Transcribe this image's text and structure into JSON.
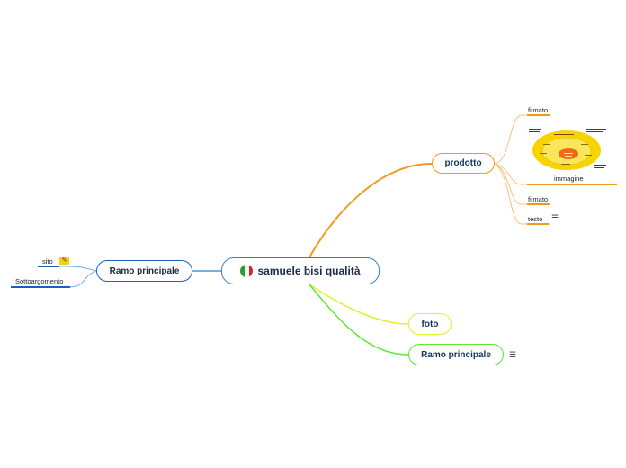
{
  "central": {
    "label": "samuele bisi qualità",
    "icon": "italy-flag-icon"
  },
  "left_branch": {
    "label": "Ramo principale",
    "children": [
      {
        "label": "sito",
        "icon": "link-icon"
      },
      {
        "label": "Sottoargomento"
      }
    ]
  },
  "right_branches": {
    "prodotto": {
      "label": "prodotto",
      "children": [
        {
          "label": "filmato"
        },
        {
          "label": "immagine"
        },
        {
          "label": "filmato"
        },
        {
          "label": "testo",
          "icon": "note-icon"
        }
      ]
    },
    "foto": {
      "label": "foto"
    },
    "ramo": {
      "label": "Ramo principale",
      "icon": "note-icon"
    }
  },
  "colors": {
    "central_border": "#2f7fc1",
    "left_branch": "#1b5fc1",
    "prodotto_branch": "#f29a1e",
    "foto_branch": "#e3ef2c",
    "ramo_branch": "#5ee830"
  }
}
